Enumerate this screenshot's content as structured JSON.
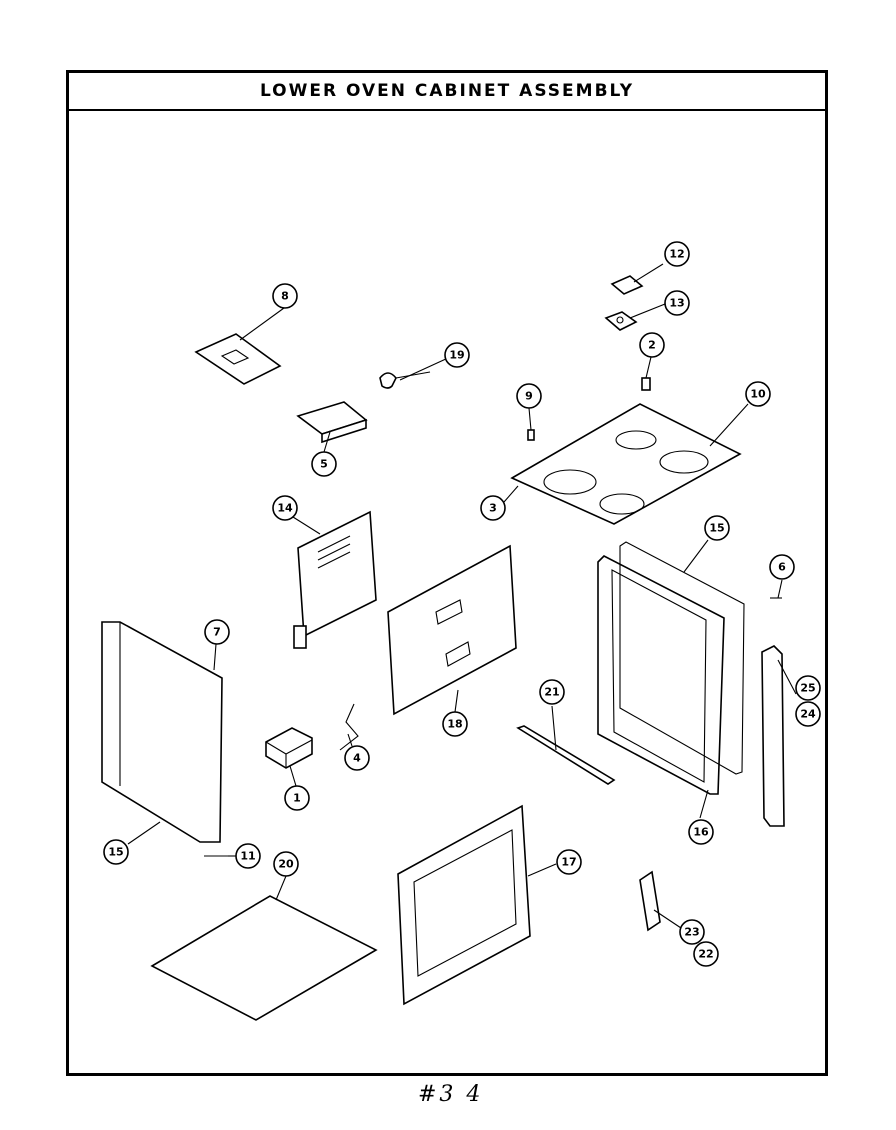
{
  "title": "LOWER OVEN CABINET ASSEMBLY",
  "page_note": "#3 4",
  "callouts": {
    "c1": "1",
    "c2": "2",
    "c3": "3",
    "c4": "4",
    "c5": "5",
    "c6": "6",
    "c7": "7",
    "c8": "8",
    "c9": "9",
    "c10": "10",
    "c11": "11",
    "c12": "12",
    "c13": "13",
    "c14": "14",
    "c15a": "15",
    "c15b": "15",
    "c16": "16",
    "c17": "17",
    "c18": "18",
    "c19": "19",
    "c20": "20",
    "c21": "21",
    "c22": "22",
    "c23": "23",
    "c24": "24",
    "c25": "25"
  }
}
